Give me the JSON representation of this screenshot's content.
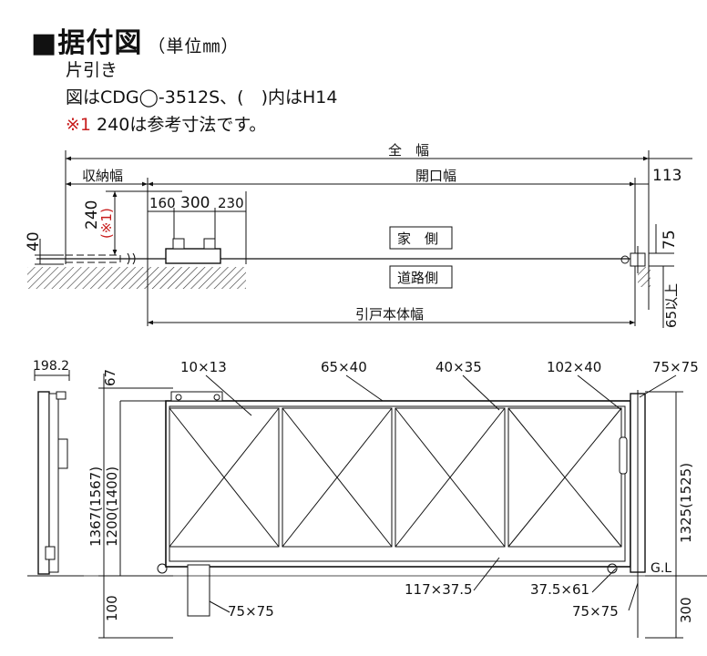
{
  "header": {
    "square": "■",
    "title": "据付図",
    "unit": "（単位㎜）",
    "line1": "片引き",
    "line2": "図はCDG◯-3512S、(　)内はH14",
    "note_mark": "※1",
    "note_text": " 240は参考寸法です。"
  },
  "plan": {
    "zenpuku": "全　幅",
    "shuno": "収納幅",
    "kaiko": "開口幅",
    "d113": "113",
    "d160": "160",
    "d300": "300",
    "d230": "230",
    "d240": "240",
    "d240_note": "(※1)",
    "d40": "40",
    "d75": "75",
    "d65": "65以上",
    "ie": "家　側",
    "doro": "道路側",
    "hikido": "引戸本体幅"
  },
  "elev": {
    "d198": "198.2",
    "d67": "67",
    "d1367": "1367(1567)",
    "d1200": "1200(1400)",
    "d100": "100",
    "m10x13": "10×13",
    "m65x40": "65×40",
    "m40x35": "40×35",
    "m102x40": "102×40",
    "m75x75a": "75×75",
    "d1325": "1325(1525)",
    "gl": "G.L",
    "d300": "300",
    "m117": "117×37.5",
    "m37": "37.5×61",
    "m75x75b": "75×75",
    "m75x75c": "75×75"
  }
}
